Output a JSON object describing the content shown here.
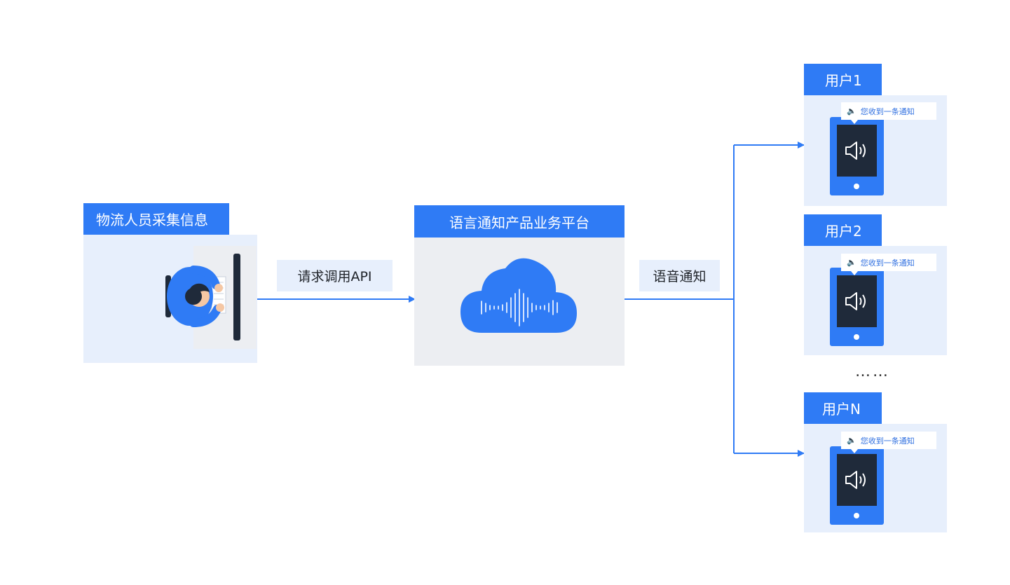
{
  "source": {
    "title": "物流人员采集信息"
  },
  "request_label": "请求调用API",
  "platform": {
    "title": "语言通知产品业务平台"
  },
  "voice_label": "语音通知",
  "users": [
    {
      "title": "用户1",
      "notification": "您收到一条通知"
    },
    {
      "title": "用户2",
      "notification": "您收到一条通知"
    },
    {
      "title": "用户N",
      "notification": "您收到一条通知"
    }
  ],
  "ellipsis": "……",
  "colors": {
    "brand_blue": "#2f7bf5",
    "panel_light_blue": "#e7effc",
    "panel_gray": "#eceef2",
    "phone_screen": "#1f2a3a"
  }
}
